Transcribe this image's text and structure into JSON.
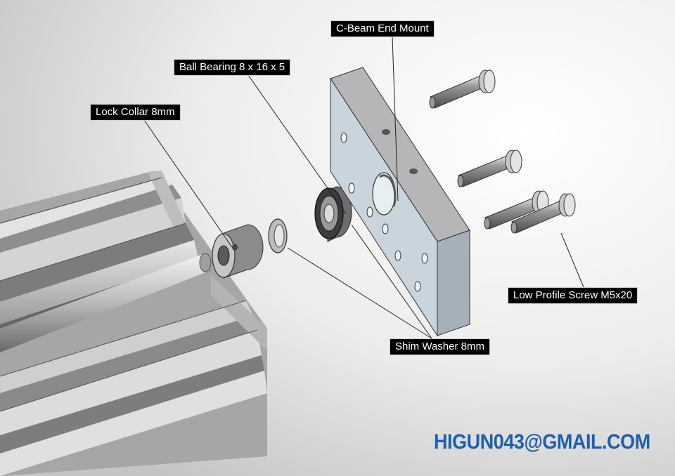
{
  "labels": {
    "c_beam_end_mount": "C-Beam End Mount",
    "ball_bearing": "Ball Bearing 8 x 16 x 5",
    "lock_collar": "Lock Collar 8mm",
    "low_profile_screw": "Low Profile Screw M5x20",
    "shim_washer": "Shim Washer 8mm"
  },
  "watermark": "HIGUN043@GMAIL.COM",
  "colors": {
    "label_background": "#000000",
    "label_text": "#ffffff",
    "watermark": "#1d5fb0",
    "plate": "#c9d4dc"
  }
}
